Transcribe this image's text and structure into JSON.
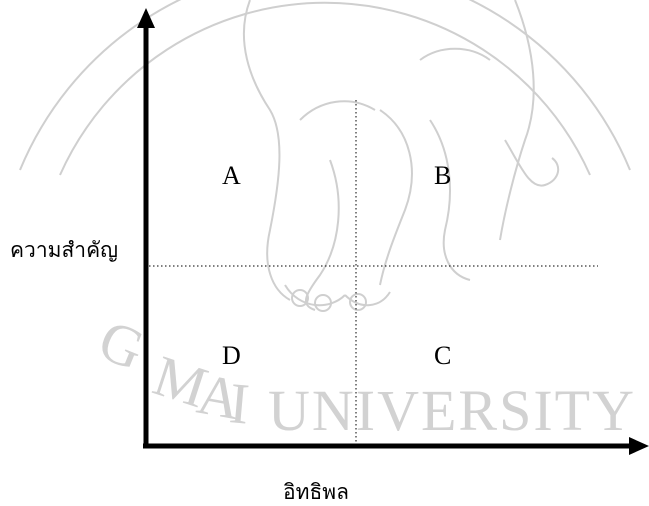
{
  "axes": {
    "y_label": "ความสำคัญ",
    "x_label": "อิทธิพล"
  },
  "quadrants": {
    "top_left": "A",
    "top_right": "B",
    "bottom_right": "C",
    "bottom_left": "D"
  },
  "watermark": {
    "text": "CHIANG MAI UNIVERSITY",
    "visible_text": "G MAI UNIVERSITY",
    "icon": "elephant-seal"
  },
  "colors": {
    "ink": "#000000",
    "watermark": "#cfcfcf",
    "background": "#ffffff"
  }
}
